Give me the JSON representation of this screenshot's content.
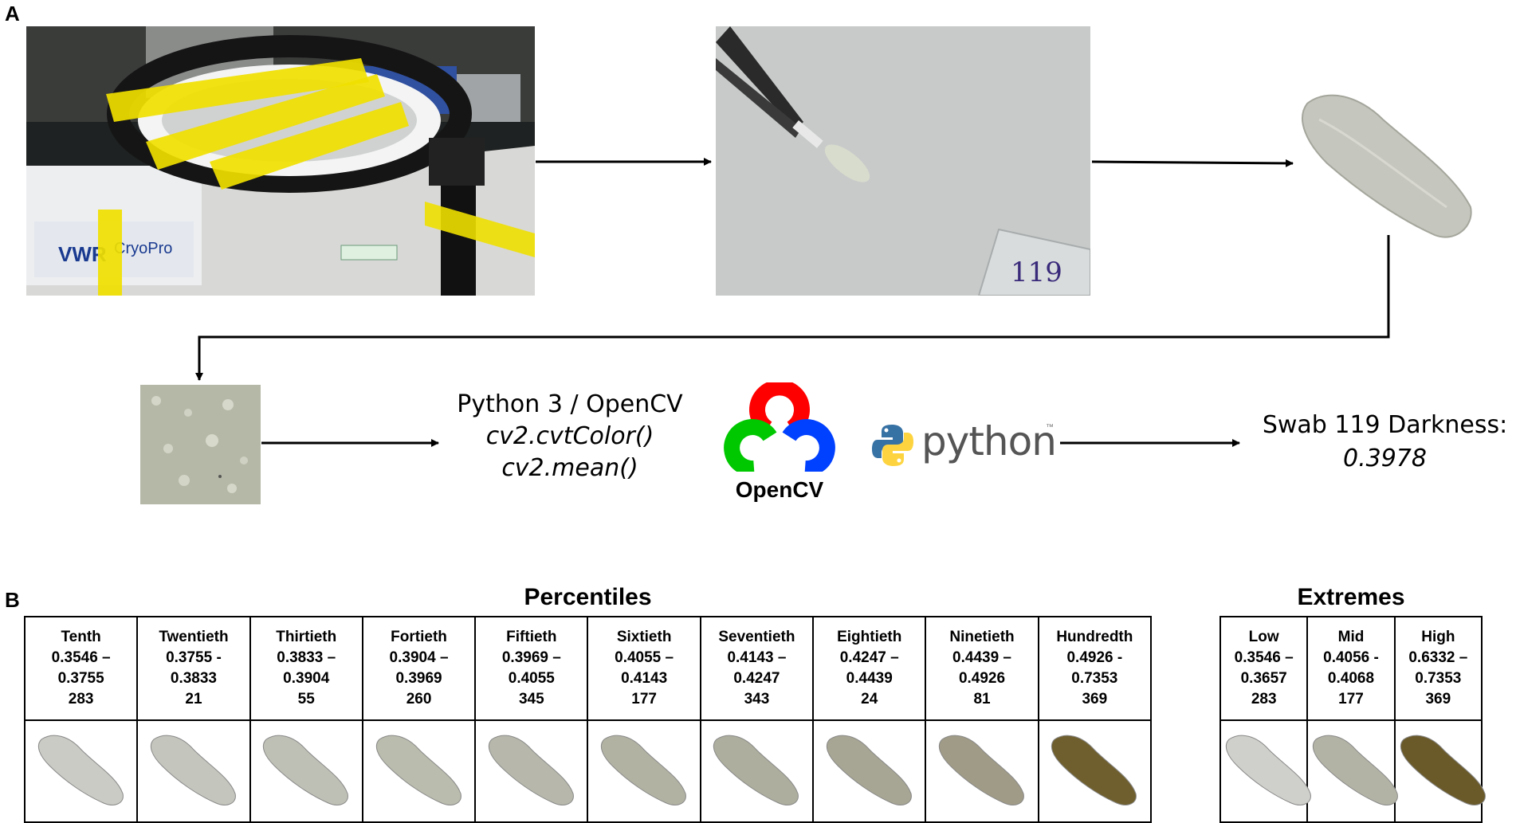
{
  "panel_a": {
    "label": "A"
  },
  "panel_b": {
    "label": "B"
  },
  "pipeline": {
    "code_title": "Python 3 / OpenCV",
    "code_fn1": "cv2.cvtColor()",
    "code_fn2": "cv2.mean()",
    "opencv_logo_text": "OpenCV",
    "python_logo_text": "python",
    "python_tm": "™",
    "result_label": "Swab 119 Darkness:",
    "result_value": "0.3978",
    "slide_label": "119"
  },
  "percentiles": {
    "title": "Percentiles",
    "columns": [
      {
        "name": "Tenth",
        "lo": "0.3546 –",
        "hi": "0.3755",
        "id": "283",
        "tone": "#c9cbc4"
      },
      {
        "name": "Twentieth",
        "lo": "0.3755 -",
        "hi": "0.3833",
        "id": "21",
        "tone": "#c4c6bd"
      },
      {
        "name": "Thirtieth",
        "lo": "0.3833 –",
        "hi": "0.3904",
        "id": "55",
        "tone": "#bfc0b5"
      },
      {
        "name": "Fortieth",
        "lo": "0.3904 –",
        "hi": "0.3969",
        "id": "260",
        "tone": "#babcad"
      },
      {
        "name": "Fiftieth",
        "lo": "0.3969 –",
        "hi": "0.4055",
        "id": "345",
        "tone": "#b7b8ab"
      },
      {
        "name": "Sixtieth",
        "lo": "0.4055 –",
        "hi": "0.4143",
        "id": "177",
        "tone": "#b2b2a3"
      },
      {
        "name": "Seventieth",
        "lo": "0.4143 –",
        "hi": "0.4247",
        "id": "343",
        "tone": "#adae9d"
      },
      {
        "name": "Eightieth",
        "lo": "0.4247 –",
        "hi": "0.4439",
        "id": "24",
        "tone": "#a7a593"
      },
      {
        "name": "Ninetieth",
        "lo": "0.4439 –",
        "hi": "0.4926",
        "id": "81",
        "tone": "#a09b86"
      },
      {
        "name": "Hundredth",
        "lo": "0.4926 -",
        "hi": "0.7353",
        "id": "369",
        "tone": "#6f5f2e"
      }
    ]
  },
  "extremes": {
    "title": "Extremes",
    "columns": [
      {
        "name": "Low",
        "lo": "0.3546 –",
        "hi": "0.3657",
        "id": "283",
        "tone": "#cfd0cb"
      },
      {
        "name": "Mid",
        "lo": "0.4056 -",
        "hi": "0.4068",
        "id": "177",
        "tone": "#b3b3a5"
      },
      {
        "name": "High",
        "lo": "0.6332 –",
        "hi": "0.7353",
        "id": "369",
        "tone": "#6a5a2a"
      }
    ]
  },
  "colors": {
    "opencv_red": "#ff0000",
    "opencv_green": "#00c800",
    "opencv_blue": "#0040ff",
    "python_blue": "#3772a4",
    "python_yellow": "#fdd440",
    "tape_yellow": "#f0e000"
  }
}
